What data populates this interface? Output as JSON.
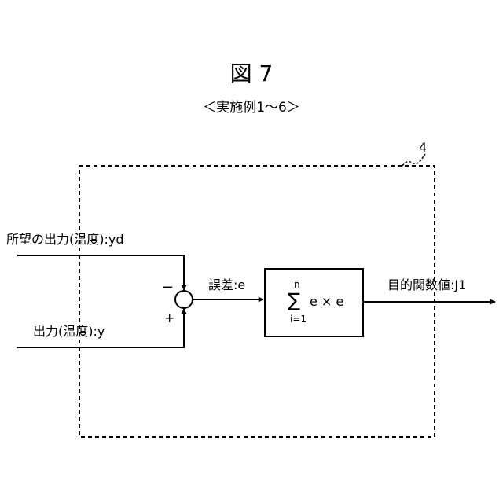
{
  "figure": {
    "title": "図 7",
    "subtitle": "＜実施例1〜6＞",
    "reference_number": "4"
  },
  "inputs": {
    "desired_output": "所望の出力(温度):yd",
    "actual_output": "出力(温度):y"
  },
  "summing_junction": {
    "minus_sign": "−",
    "plus_sign": "+"
  },
  "error_label": "誤差:e",
  "sum_block": {
    "upper_limit": "n",
    "symbol": "∑",
    "expression": "e × e",
    "lower_limit": "i=1"
  },
  "output_label": "目的関数値:J1"
}
